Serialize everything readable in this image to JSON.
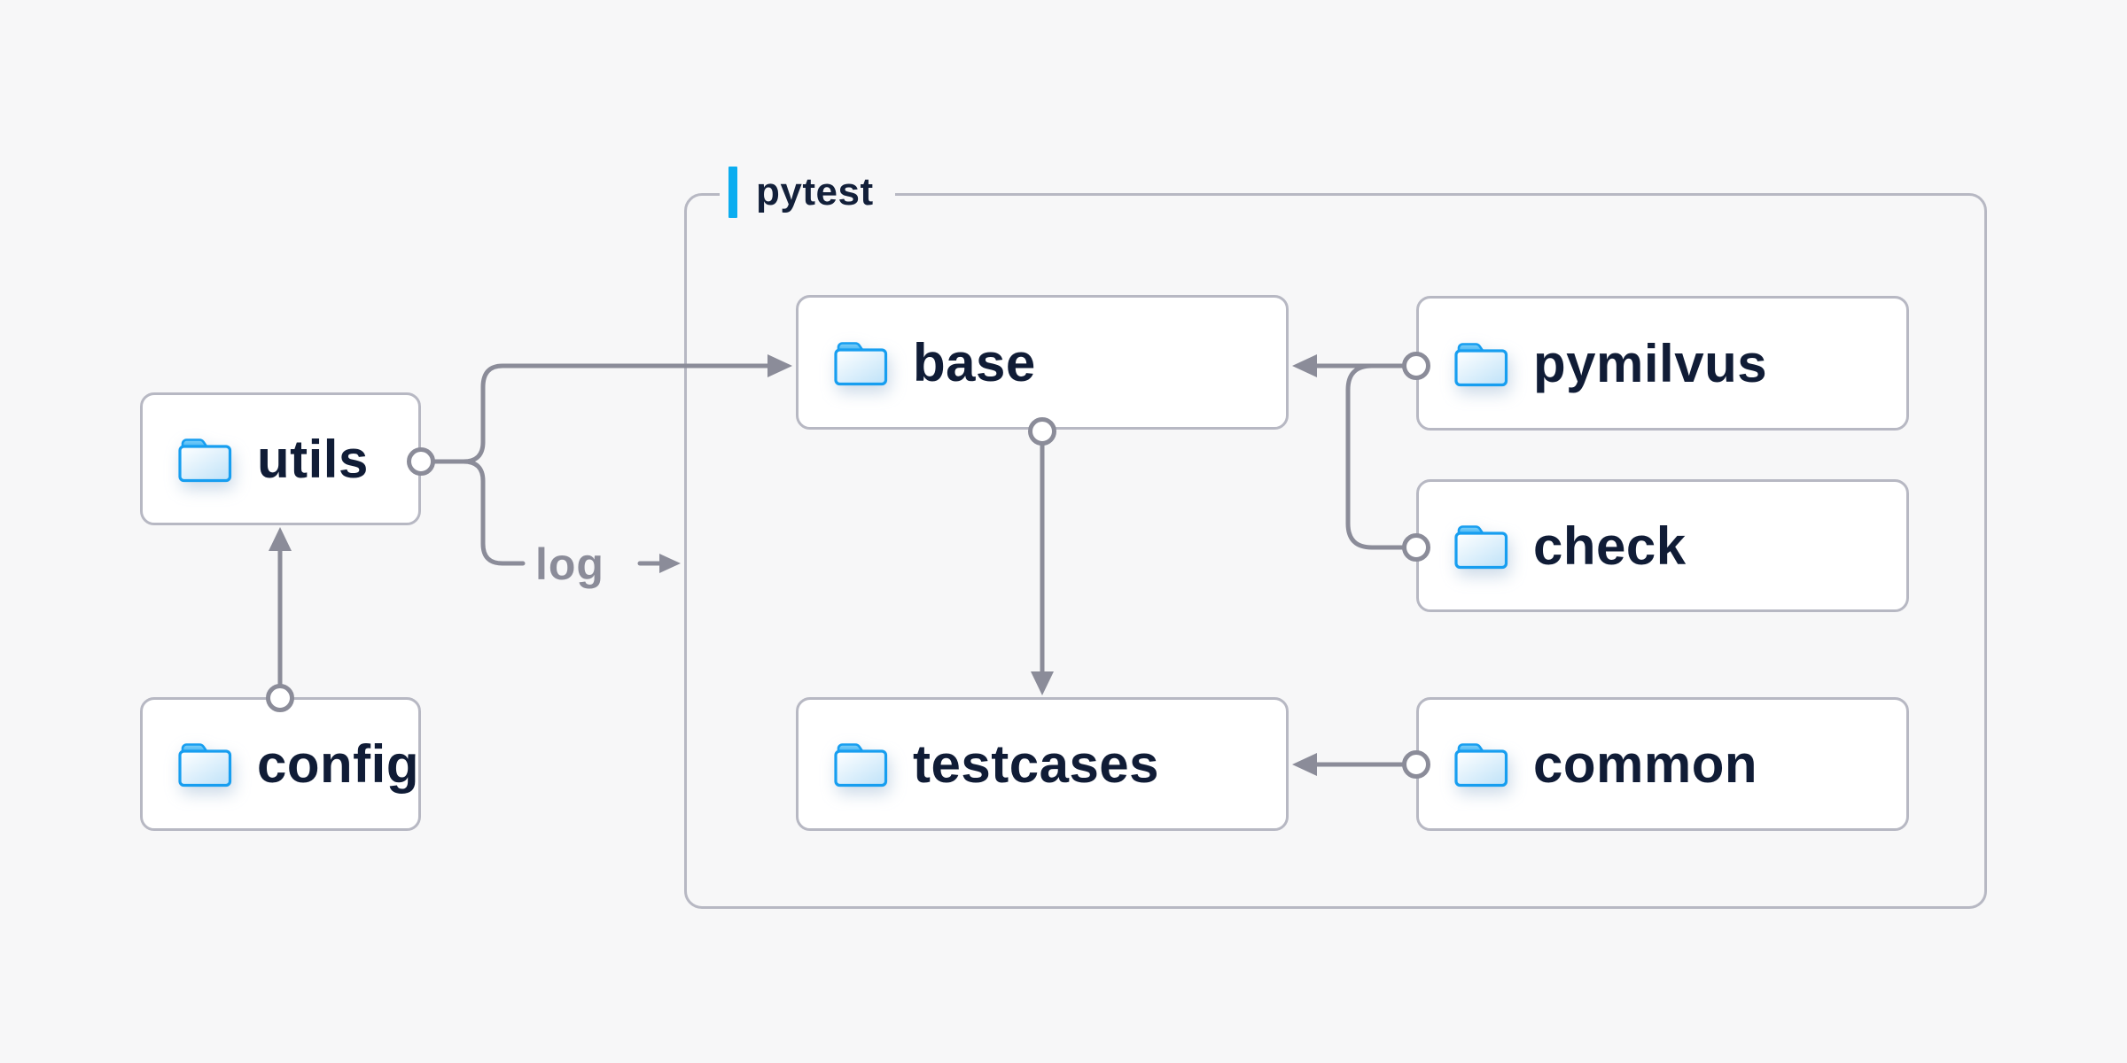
{
  "diagram": {
    "container_label": "pytest",
    "edge_label_log": "log",
    "nodes": {
      "utils": {
        "label": "utils"
      },
      "config": {
        "label": "config"
      },
      "base": {
        "label": "base"
      },
      "pymilvus": {
        "label": "pymilvus"
      },
      "check": {
        "label": "check"
      },
      "testcases": {
        "label": "testcases"
      },
      "common": {
        "label": "common"
      }
    },
    "edges": [
      {
        "from": "config",
        "to": "utils",
        "type": "arrow-with-dot"
      },
      {
        "from": "utils",
        "to": "base",
        "type": "arrow-with-dot"
      },
      {
        "from": "utils",
        "to": "log",
        "type": "labeled-arrow"
      },
      {
        "from": "base",
        "to": "testcases",
        "type": "arrow-with-dot"
      },
      {
        "from": "pymilvus",
        "to": "base",
        "type": "arrow-with-dot"
      },
      {
        "from": "check",
        "to": "base",
        "type": "arrow-with-dot"
      },
      {
        "from": "common",
        "to": "testcases",
        "type": "arrow-with-dot"
      }
    ],
    "colors": {
      "background": "#f7f7f8",
      "node_fill": "#ffffff",
      "node_border": "#b7b8c3",
      "wire": "#8b8c99",
      "label_text": "#101c36",
      "accent_bar": "#0badf0",
      "folder_stroke": "#179ef0",
      "folder_fill_light": "#ffffff",
      "folder_fill_dark": "#c3e4f9"
    }
  }
}
